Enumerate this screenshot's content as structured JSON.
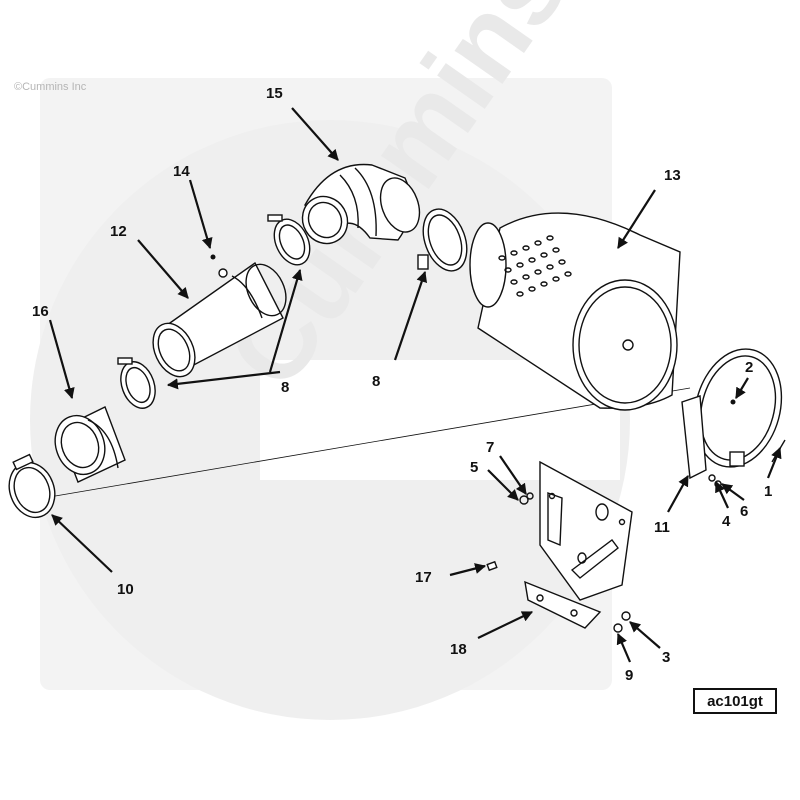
{
  "watermark": {
    "copyright": "©Cummins Inc",
    "brand_name": "Cummins"
  },
  "figure_id": "ac101gt",
  "callouts": {
    "c1": "1",
    "c2": "2",
    "c3": "3",
    "c4": "4",
    "c5": "5",
    "c6": "6",
    "c7": "7",
    "c8a": "8",
    "c8b": "8",
    "c9": "9",
    "c10": "10",
    "c11": "11",
    "c12": "12",
    "c13": "13",
    "c14": "14",
    "c15": "15",
    "c16": "16",
    "c17": "17",
    "c18": "18"
  },
  "colors": {
    "line": "#111111",
    "watermark": "#f0f0f0",
    "background": "#ffffff"
  }
}
